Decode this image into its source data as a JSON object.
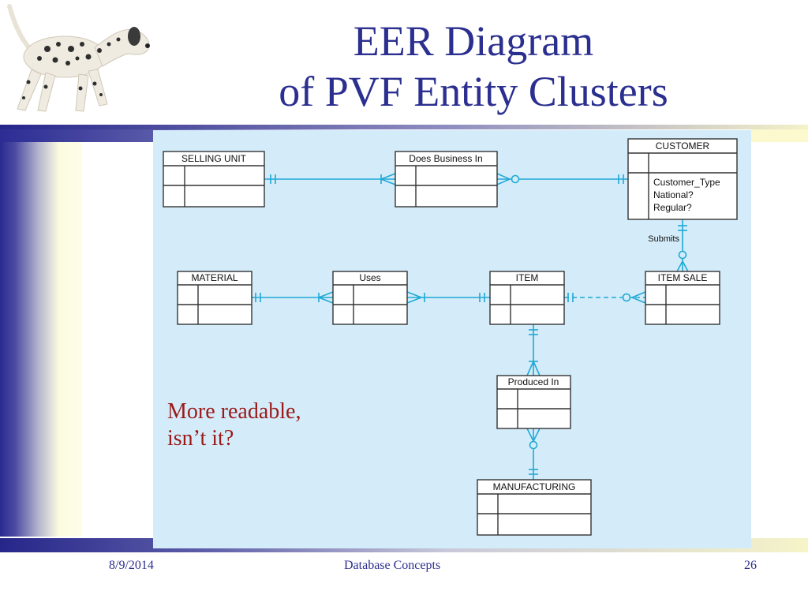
{
  "slide": {
    "title_line1": "EER Diagram",
    "title_line2": "of PVF Entity Clusters",
    "note_line1": "More readable,",
    "note_line2": "isn’t it?",
    "colors": {
      "title": "#2b2f8f",
      "note": "#9a1a1a",
      "diagram_background": "#d4ecf9",
      "connector": "#1fa9d6"
    }
  },
  "footer": {
    "date": "8/9/2014",
    "center": "Database Concepts",
    "page_number": "26"
  },
  "diagram": {
    "entities": {
      "selling_unit": "SELLING UNIT",
      "does_business_in": "Does Business In",
      "customer": "CUSTOMER",
      "material": "MATERIAL",
      "uses": "Uses",
      "item": "ITEM",
      "item_sale": "ITEM SALE",
      "produced_in": "Produced In",
      "manufacturing": "MANUFACTURING"
    },
    "customer_attributes": [
      "Customer_Type",
      "National?",
      "Regular?"
    ],
    "relationship_labels": {
      "submits": "Submits"
    }
  },
  "decoration": {
    "logo": "dalmatian-dog-icon"
  }
}
